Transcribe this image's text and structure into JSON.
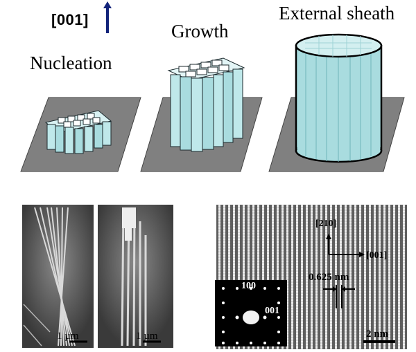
{
  "schematic": {
    "direction_label": "[001]",
    "stages": {
      "nucleation": "Nucleation",
      "growth": "Growth",
      "external_sheath": "External sheath"
    }
  },
  "sem": {
    "scale_left": "1 µm",
    "scale_right": "1 µm"
  },
  "hrtem": {
    "axis_vertical": "[210]",
    "axis_horizontal": "[001]",
    "spacing": "0.625 nm",
    "scale": "2 nm",
    "diffraction": {
      "spot_100": "100",
      "spot_001": "001"
    }
  },
  "colors": {
    "substrate": "#808080",
    "rod_fill": "#bfe8ea",
    "rod_edge": "#1c2a2e",
    "arrow": "#12237a"
  }
}
